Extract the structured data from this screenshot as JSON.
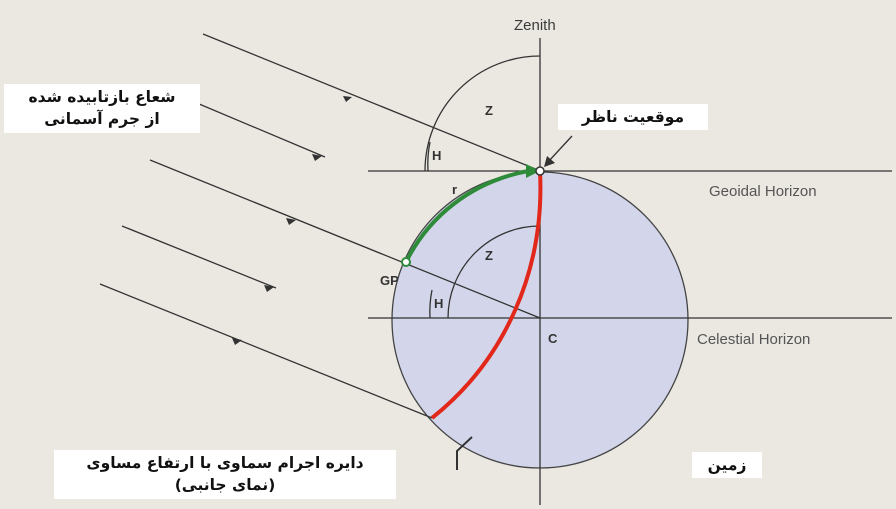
{
  "diagram": {
    "labels": {
      "zenith": "Zenith",
      "geoidal_horizon": "Geoidal Horizon",
      "celestial_horizon": "Celestial Horizon",
      "center": "C",
      "ground_position": "GP",
      "angle_z_upper": "Z",
      "angle_h_upper": "H",
      "angle_z_lower": "Z",
      "angle_h_lower": "H",
      "radius": "r"
    },
    "persian": {
      "reflected_ray_line1": "شعاع بازتابیده شده",
      "reflected_ray_line2": "از جرم آسمانی",
      "observer_position": "موقعیت ناظر",
      "equal_altitude_circle_line1": "دایره اجرام سماوی با ارتفاع مساوی",
      "equal_altitude_circle_line2": "(نمای جانبی)",
      "earth": "زمین"
    },
    "colors": {
      "earth_fill": "#d3d6ea",
      "line": "#333333",
      "arc_green": "#2e8b3a",
      "arc_red": "#e2271b",
      "background": "#ebe8e2"
    }
  }
}
